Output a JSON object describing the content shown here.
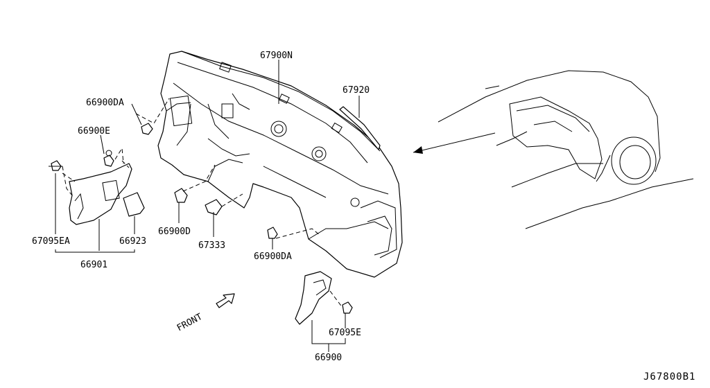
{
  "labels": {
    "insulator_main": "67900N",
    "seal_strip": "67920",
    "clip_da_top": "66900DA",
    "clip_e": "66900E",
    "clip_ea": "67095EA",
    "cover_lh": "66923",
    "finisher_lh": "66901",
    "clip_d": "66900D",
    "spacer": "67333",
    "clip_da_bottom": "66900DA",
    "clip_e_rh": "67095E",
    "finisher_rh": "66900",
    "front": "FRONT"
  },
  "reference_code": "J67800B1"
}
